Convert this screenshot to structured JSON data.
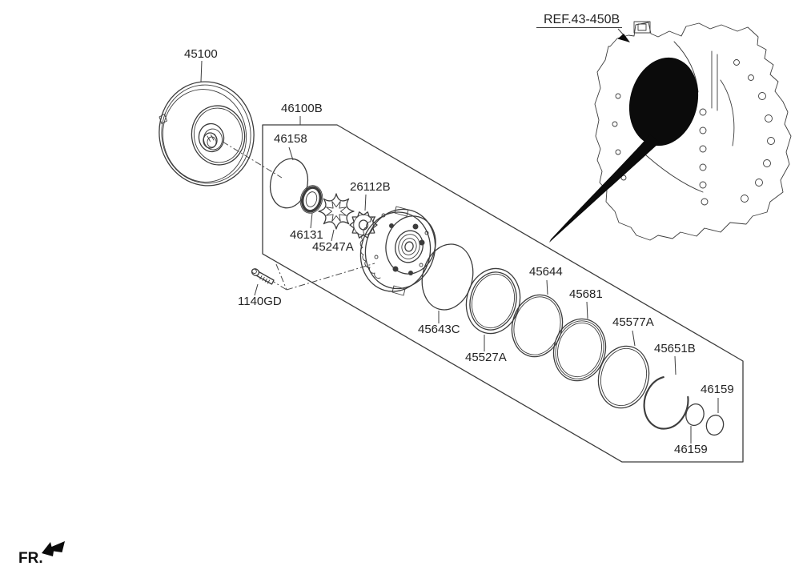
{
  "diagram": {
    "title_hidden": "",
    "ref_link": "REF.43-450B",
    "fr_marker": "FR.",
    "colors": {
      "line": "#3c3c3c",
      "text": "#232323",
      "black_fill": "#0b0b0b",
      "background": "#ffffff"
    },
    "parts": [
      {
        "key": "torque-converter",
        "label": "45100"
      },
      {
        "key": "oil-pump-assembly-box",
        "label": "46100B"
      },
      {
        "key": "o-ring-large",
        "label": "46158"
      },
      {
        "key": "oil-pump-seal",
        "label": "46131"
      },
      {
        "key": "inner-rotor-gear",
        "label": "45247A"
      },
      {
        "key": "outer-drive-gear",
        "label": "26112B"
      },
      {
        "key": "mounting-bolt",
        "label": "1140GD"
      },
      {
        "key": "ring-45643C",
        "label": "45643C"
      },
      {
        "key": "ring-45527A",
        "label": "45527A"
      },
      {
        "key": "ring-45644",
        "label": "45644"
      },
      {
        "key": "ring-45681",
        "label": "45681"
      },
      {
        "key": "ring-45577A",
        "label": "45577A"
      },
      {
        "key": "snap-ring-45651B",
        "label": "45651B"
      },
      {
        "key": "ring-46159-right",
        "label": "46159"
      },
      {
        "key": "ring-46159-left",
        "label": "46159"
      }
    ]
  }
}
